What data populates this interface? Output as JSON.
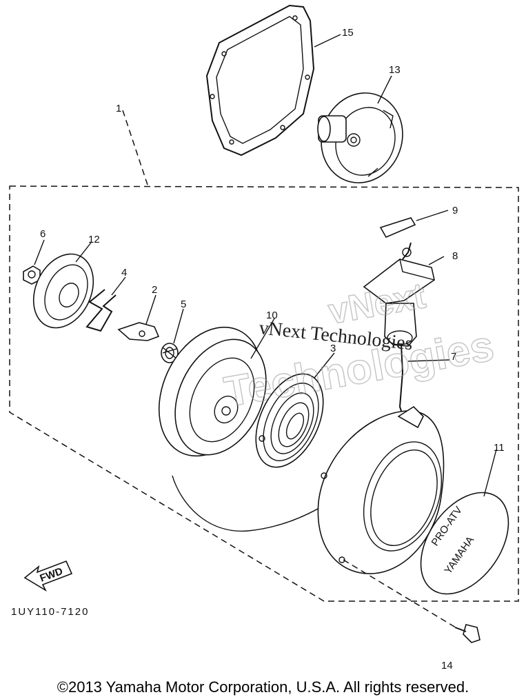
{
  "diagram": {
    "callouts": [
      "1",
      "2",
      "3",
      "4",
      "5",
      "6",
      "7",
      "8",
      "9",
      "10",
      "11",
      "12",
      "13",
      "14",
      "15"
    ],
    "fwd_label": "FWD",
    "drawing_code": "1UY110-7120",
    "cover_lettering": "YAMAHA",
    "cover_lettering_2": "PRO-ATV"
  },
  "watermark": {
    "line1": "vNext Technologies",
    "outline_line1": "vNext",
    "outline_line2": "Technologies"
  },
  "copyright": "©2013 Yamaha Motor Corporation, U.S.A. All rights reserved."
}
